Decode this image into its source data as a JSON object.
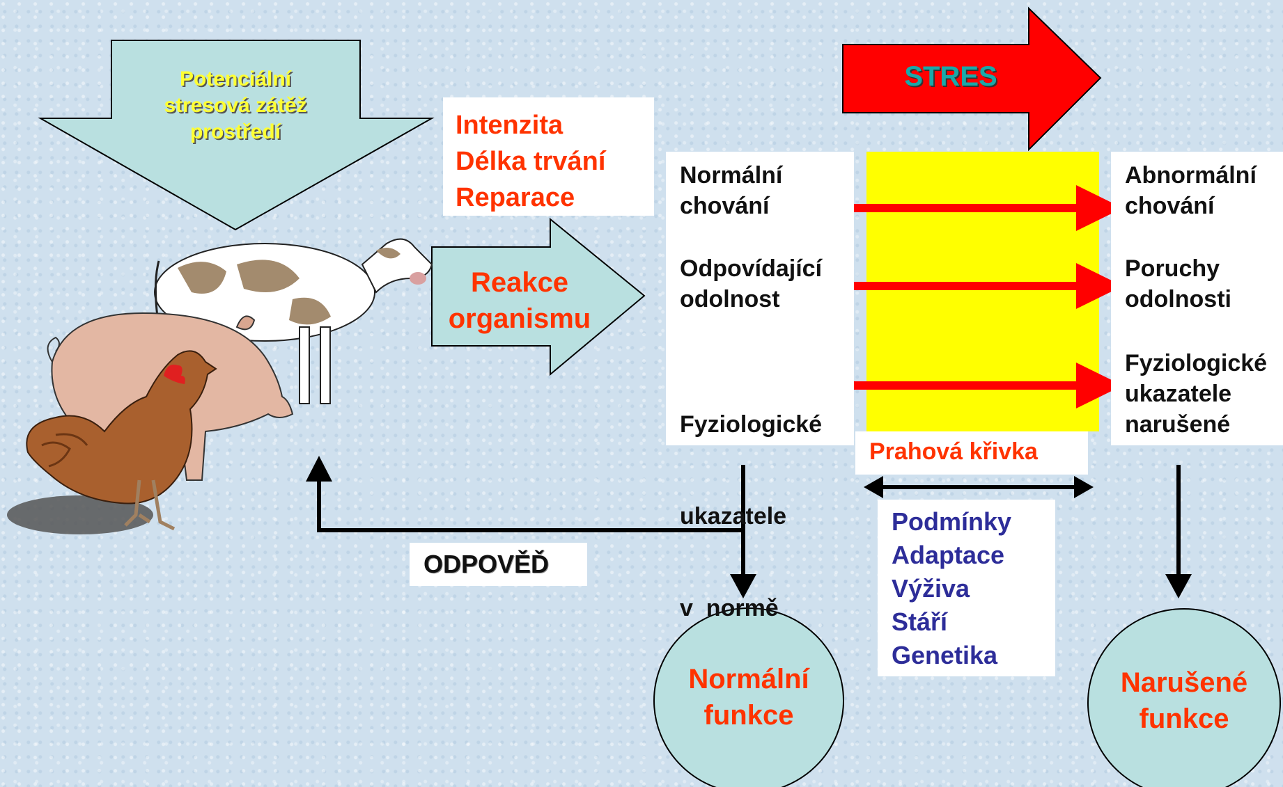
{
  "colors": {
    "background": "#cfe0ee",
    "arrow_fill": "#b9e0e0",
    "stress_arrow": "#ff0000",
    "threshold_band": "#ffff00",
    "factor_text": "#ff3300",
    "stress_label": "#1aa9a9",
    "modifier_text": "#2d2d99",
    "env_text": "#ffff33"
  },
  "environment_arrow": {
    "lines": [
      "Potenciální",
      "stresová zátěž",
      "prostředí"
    ]
  },
  "stress_factors": [
    "Intenzita",
    "Délka trvání",
    "Reparace"
  ],
  "reaction_arrow": {
    "lines": [
      "Reakce",
      "organismu"
    ]
  },
  "stress_arrow": {
    "label": "STRES"
  },
  "normal_states": {
    "behaviour": [
      "Normální",
      "chování"
    ],
    "resistance": [
      "Odpovídající",
      "odolnost"
    ],
    "physiology": [
      "Fyziologické",
      "ukazatele",
      "v  normě"
    ]
  },
  "abnormal_states": {
    "behaviour": [
      "Abnormální",
      "chování"
    ],
    "resistance": [
      "Poruchy",
      "odolnosti"
    ],
    "physiology": [
      "Fyziologické",
      "ukazatele",
      "narušené"
    ]
  },
  "threshold": {
    "label": "Prahová křivka"
  },
  "modifiers": [
    "Podmínky",
    "Adaptace",
    "Výživa",
    "Stáří",
    "Genetika"
  ],
  "response": {
    "label": "ODPOVĚĎ"
  },
  "outcomes": {
    "normal": [
      "Normální",
      "funkce"
    ],
    "impaired": [
      "Narušené",
      "funkce"
    ]
  },
  "icons": [
    "cow-icon",
    "pig-icon",
    "hen-icon"
  ]
}
